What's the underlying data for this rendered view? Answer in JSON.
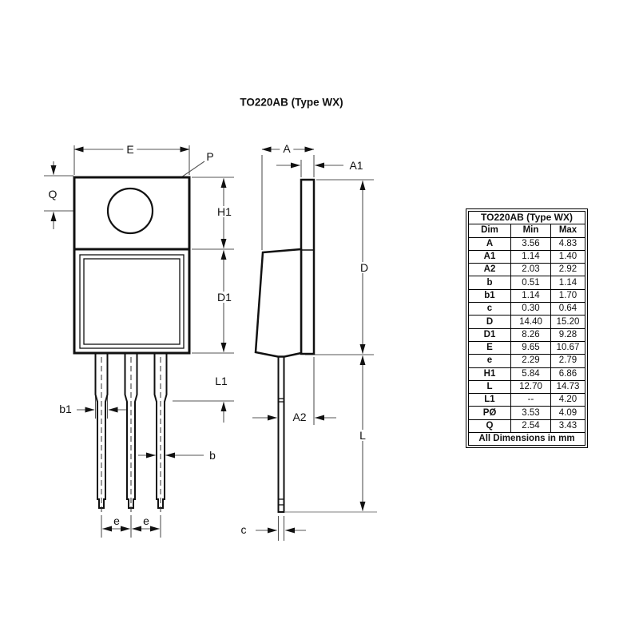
{
  "drawing_title": "TO220AB (Type WX)",
  "front_view": {
    "labels": {
      "E": "E",
      "P": "P",
      "Q": "Q",
      "H1": "H1",
      "D1": "D1",
      "L1": "L1",
      "b1": "b1",
      "b": "b",
      "e": "e"
    }
  },
  "side_view": {
    "labels": {
      "A": "A",
      "A1": "A1",
      "A2": "A2",
      "D": "D",
      "L": "L",
      "c": "c"
    }
  },
  "table": {
    "title": "TO220AB (Type WX)",
    "columns": [
      "Dim",
      "Min",
      "Max"
    ],
    "rows": [
      [
        "A",
        "3.56",
        "4.83"
      ],
      [
        "A1",
        "1.14",
        "1.40"
      ],
      [
        "A2",
        "2.03",
        "2.92"
      ],
      [
        "b",
        "0.51",
        "1.14"
      ],
      [
        "b1",
        "1.14",
        "1.70"
      ],
      [
        "c",
        "0.30",
        "0.64"
      ],
      [
        "D",
        "14.40",
        "15.20"
      ],
      [
        "D1",
        "8.26",
        "9.28"
      ],
      [
        "E",
        "9.65",
        "10.67"
      ],
      [
        "e",
        "2.29",
        "2.79"
      ],
      [
        "H1",
        "5.84",
        "6.86"
      ],
      [
        "L",
        "12.70",
        "14.73"
      ],
      [
        "L1",
        "--",
        "4.20"
      ],
      [
        "PØ",
        "3.53",
        "4.09"
      ],
      [
        "Q",
        "2.54",
        "3.43"
      ]
    ],
    "footer": "All Dimensions in mm"
  }
}
